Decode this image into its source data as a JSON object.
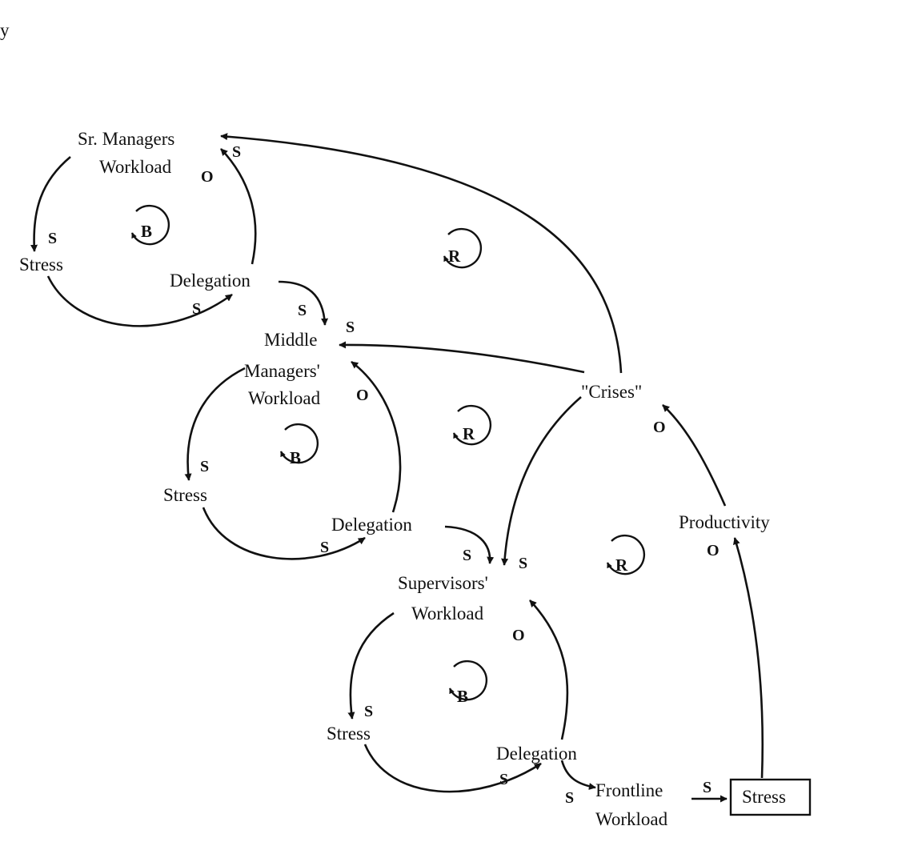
{
  "corner_text": "y",
  "nodes": {
    "sr_managers_workload": [
      "Sr. Managers",
      "Workload"
    ],
    "stress_1": "Stress",
    "delegation_1": "Delegation",
    "middle_managers_workload": [
      "Middle",
      "Managers'",
      "Workload"
    ],
    "stress_2": "Stress",
    "delegation_2": "Delegation",
    "supervisors_workload": [
      "Supervisors'",
      "Workload"
    ],
    "stress_3": "Stress",
    "delegation_3": "Delegation",
    "frontline_workload": [
      "Frontline",
      "Workload"
    ],
    "frontline_stress": "Stress",
    "productivity": "Productivity",
    "crises": "\"Crises\""
  },
  "polarities": {
    "s": "S",
    "o": "O"
  },
  "loops": {
    "balancing": "B",
    "reinforcing": "R"
  },
  "edges": [
    {
      "from": "Sr. Managers Workload",
      "to": "Stress",
      "polarity": "S"
    },
    {
      "from": "Stress",
      "to": "Delegation",
      "polarity": "S"
    },
    {
      "from": "Delegation",
      "to": "Sr. Managers Workload",
      "polarity": "O"
    },
    {
      "from": "\"Crises\"",
      "to": "Sr. Managers Workload",
      "polarity": "S"
    },
    {
      "from": "Delegation",
      "to": "Middle Managers' Workload",
      "polarity": "S"
    },
    {
      "from": "\"Crises\"",
      "to": "Middle Managers' Workload",
      "polarity": "S"
    },
    {
      "from": "Middle Managers' Workload",
      "to": "Stress",
      "polarity": "S"
    },
    {
      "from": "Stress",
      "to": "Delegation",
      "polarity": "S"
    },
    {
      "from": "Delegation",
      "to": "Middle Managers' Workload",
      "polarity": "O"
    },
    {
      "from": "Delegation",
      "to": "Supervisors' Workload",
      "polarity": "S"
    },
    {
      "from": "\"Crises\"",
      "to": "Supervisors' Workload",
      "polarity": "S"
    },
    {
      "from": "Supervisors' Workload",
      "to": "Stress",
      "polarity": "S"
    },
    {
      "from": "Stress",
      "to": "Delegation",
      "polarity": "S"
    },
    {
      "from": "Delegation",
      "to": "Supervisors' Workload",
      "polarity": "O"
    },
    {
      "from": "Delegation",
      "to": "Frontline Workload",
      "polarity": "S"
    },
    {
      "from": "Frontline Workload",
      "to": "Stress",
      "polarity": "S"
    },
    {
      "from": "Stress",
      "to": "Productivity",
      "polarity": "O"
    },
    {
      "from": "Productivity",
      "to": "\"Crises\"",
      "polarity": "O"
    }
  ]
}
